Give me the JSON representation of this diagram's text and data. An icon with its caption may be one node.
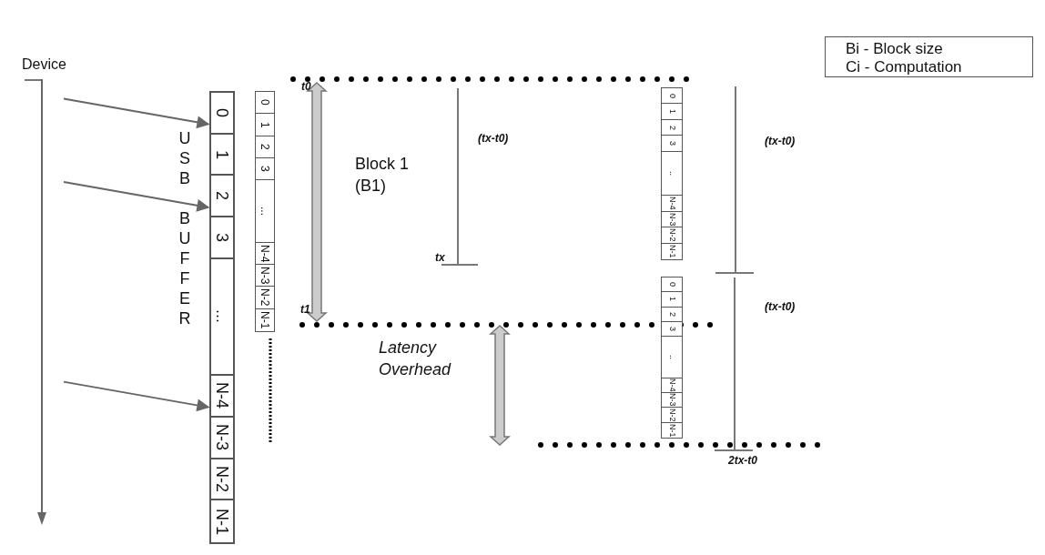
{
  "diagram": {
    "nodes": [
      {
        "text": [
          "Bi - Block size",
          "Ci - Computation"
        ]
      },
      {
        "text": [
          "Device"
        ]
      },
      {
        "text": [],
        "shape": "bar",
        "beside": [
          "USB BUFFER"
        ]
      },
      {
        "text": [
          "0"
        ],
        "in": 2
      },
      {
        "text": [
          "1"
        ],
        "in": 2
      },
      {
        "text": [
          "2"
        ],
        "in": 2
      },
      {
        "text": [
          "3"
        ],
        "in": 2
      },
      {
        "text": [
          "..."
        ],
        "in": 2
      },
      {
        "text": [
          "N-4"
        ],
        "in": 2
      },
      {
        "text": [
          "N-3"
        ],
        "in": 2
      },
      {
        "text": [
          "N-2"
        ],
        "in": 2
      },
      {
        "text": [
          "N-1"
        ],
        "in": 2
      },
      {
        "text": [],
        "shape": "bar"
      },
      {
        "text": [
          "0"
        ],
        "in": 12
      },
      {
        "text": [
          "1"
        ],
        "in": 12
      },
      {
        "text": [
          "2"
        ],
        "in": 12
      },
      {
        "text": [
          "3"
        ],
        "in": 12
      },
      {
        "text": [
          "..."
        ],
        "in": 12
      },
      {
        "text": [
          "N-4"
        ],
        "in": 12
      },
      {
        "text": [
          "N-3"
        ],
        "in": 12
      },
      {
        "text": [
          "N-2"
        ],
        "in": 12
      },
      {
        "text": [
          "N-1"
        ],
        "in": 12
      },
      {
        "text": [],
        "shape": "bar"
      },
      {
        "text": [
          "0"
        ],
        "in": 22
      },
      {
        "text": [
          "1"
        ],
        "in": 22
      },
      {
        "text": [
          "2"
        ],
        "in": 22
      },
      {
        "text": [
          "3"
        ],
        "in": 22
      },
      {
        "text": [
          ".."
        ],
        "in": 22
      },
      {
        "text": [
          "N-4"
        ],
        "in": 22
      },
      {
        "text": [
          "N-3"
        ],
        "in": 22
      },
      {
        "text": [
          "N-2"
        ],
        "in": 22
      },
      {
        "text": [
          "N-1"
        ],
        "in": 22
      },
      {
        "text": [],
        "shape": "bar"
      },
      {
        "text": [
          "0"
        ],
        "in": 32
      },
      {
        "text": [
          "1"
        ],
        "in": 32
      },
      {
        "text": [
          "2"
        ],
        "in": 32
      },
      {
        "text": [
          "3"
        ],
        "in": 32
      },
      {
        "text": [
          ".."
        ],
        "in": 32
      },
      {
        "text": [
          "N-4"
        ],
        "in": 32
      },
      {
        "text": [
          "N-3"
        ],
        "in": 32
      },
      {
        "text": [
          "N-2"
        ],
        "in": 32
      },
      {
        "text": [
          "N-1"
        ],
        "in": 32
      }
    ],
    "edges": [
      {
        "from": 1,
        "to": 3,
        "arrow": "to"
      },
      {
        "from": 1,
        "to": 5,
        "arrow": "to"
      },
      {
        "from": 1,
        "to": 8,
        "arrow": "to"
      }
    ],
    "labels": [
      "t0",
      "(tx-t0)",
      "(tx-t0)",
      "Block 1 (B1)",
      "tx",
      "t1",
      "(tx-t0)",
      "Latency Overhead",
      "2tx-t0"
    ]
  }
}
